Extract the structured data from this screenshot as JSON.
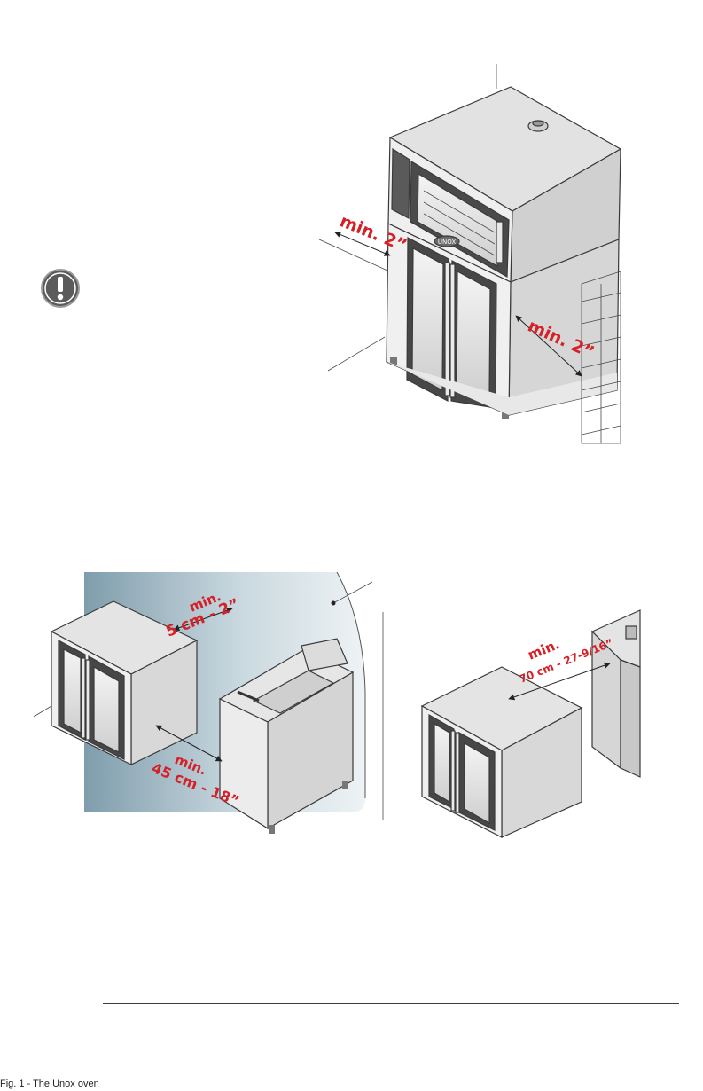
{
  "figure_top": {
    "brand_logo": "UNOX",
    "clearance_left": "min. 2”",
    "clearance_right": "min. 2”",
    "warning_icon": "exclamation-icon"
  },
  "figure_bottom_left": {
    "clearance_back_line1": "min.",
    "clearance_back_line2": "5 cm - 2”",
    "clearance_side_line1": "min.",
    "clearance_side_line2": "45 cm - 18”"
  },
  "figure_bottom_right": {
    "clearance_line1": "min.",
    "clearance_line2": "70 cm - 27-9/16”"
  },
  "footer": {
    "text": "Fig. 1 - The Unox oven"
  },
  "colors": {
    "accent_red": "#d61f26",
    "panel_grey": "#e6e6e6",
    "door_dark": "#4a4a4a",
    "wall_teal": "#8aa6b4"
  }
}
